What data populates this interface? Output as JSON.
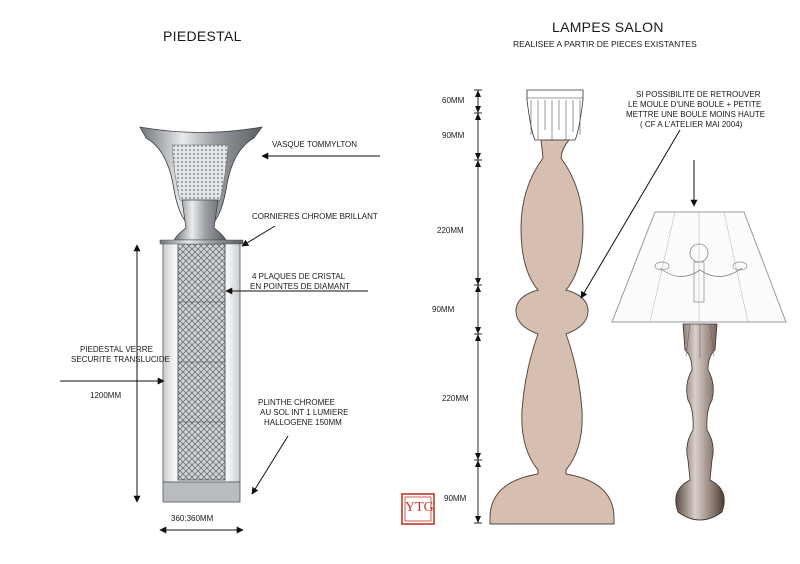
{
  "left": {
    "title": "PIEDESTAL",
    "labels": {
      "vasque": "VASQUE TOMMYLTON",
      "cornieres": "CORNIERES CHROME BRILLANT",
      "plaques_1": "4 PLAQUES DE CRISTAL",
      "plaques_2": "EN POINTES DE DIAMANT",
      "piedestal_1": "PIEDESTAL VERRE",
      "piedestal_2": "SECURITE TRANSLUCIDE",
      "height": "1200MM",
      "plinthe_1": "PLINTHE CHROMEE",
      "plinthe_2": "AU SOL INT 1 LUMIERE",
      "plinthe_3": "HALLOGENE 150MM",
      "width": "360:360MM"
    }
  },
  "right": {
    "title": "LAMPES SALON",
    "subtitle": "REALISEE A PARTIR DE PIECES EXISTANTES",
    "note": [
      "SI POSSIBILITE DE RETROUVER",
      "LE MOULE D'UNE BOULE + PETITE",
      "METTRE UNE BOULE MOINS HAUTE",
      "( CF A L'ATELIER MAI 2004)"
    ],
    "dimensions": [
      "60MM",
      "90MM",
      "220MM",
      "90MM",
      "220MM",
      "90MM"
    ]
  },
  "logo": {
    "text": "YTG",
    "color": "#c0392b"
  },
  "colors": {
    "lamp_fill": "#d6bfb1",
    "lamp_stroke": "#5a4a42",
    "line": "#111111"
  }
}
